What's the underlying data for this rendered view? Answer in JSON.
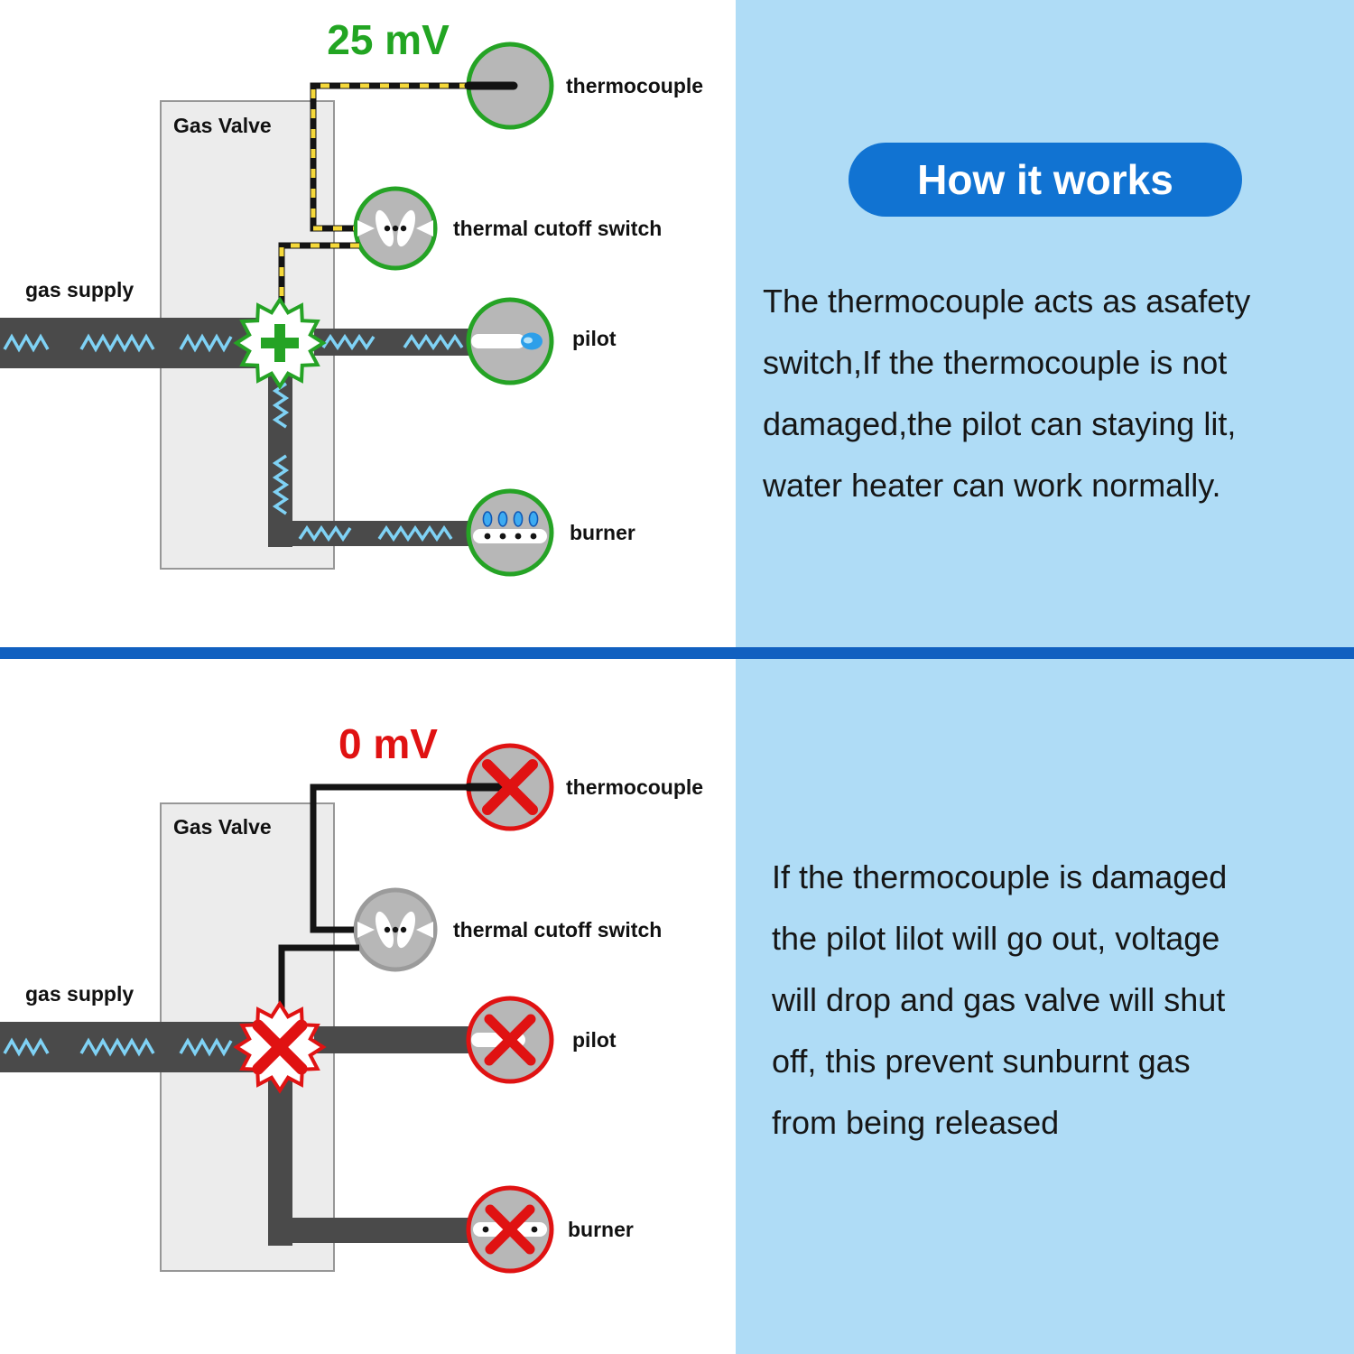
{
  "scene": {
    "top": {
      "voltage": "25 mV",
      "gas_valve": "Gas Valve",
      "gas_supply": "gas supply",
      "labels": {
        "thermocouple": "thermocouple",
        "thermal_cutoff_switch": "thermal cutoff switch",
        "pilot": "pilot",
        "burner": "burner"
      },
      "panel_title": "How it works",
      "panel_lines": [
        "The thermocouple acts as asafety",
        "switch,If the thermocouple is not",
        "damaged,the pilot can staying lit,",
        "water heater can work normally."
      ]
    },
    "bottom": {
      "voltage": "0 mV",
      "gas_valve": "Gas Valve",
      "gas_supply": "gas supply",
      "labels": {
        "thermocouple": "thermocouple",
        "thermal_cutoff_switch": "thermal cutoff switch",
        "pilot": "pilot",
        "burner": "burner"
      },
      "panel_lines": [
        "If the thermocouple is damaged",
        "the pilot lilot will go out, voltage",
        "will drop and gas valve will shut",
        "off, this prevent sunburnt gas",
        "from being released"
      ]
    }
  },
  "colors": {
    "ok_green": "#22a522",
    "fail_red": "#e01212",
    "panel_background": "#afdcf6",
    "title_pill_blue": "#1173d2",
    "divider_blue": "#1160c0",
    "pipe_gray": "#4a4a4a",
    "gas_wave_blue": "#7fd2f5",
    "wire_dash_yellow": "#f6d93a"
  }
}
